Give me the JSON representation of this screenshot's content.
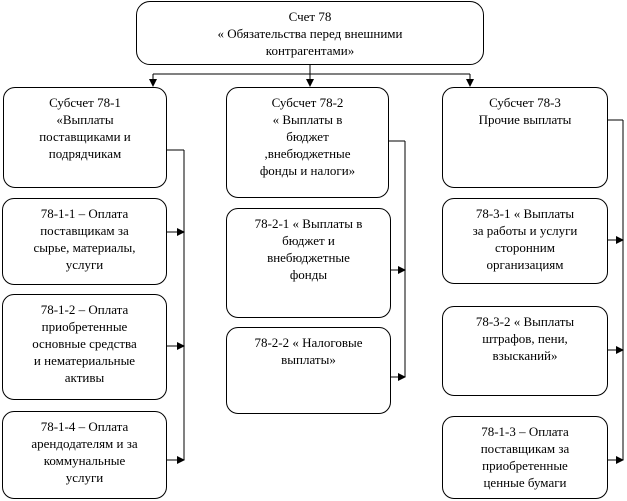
{
  "root": {
    "text": "Счет 78\n« Обязательства перед внешними\nконтрагентами»"
  },
  "columns": [
    {
      "subaccount": "Субсчет  78-1\n«Выплаты\nпоставщиками и\nподрядчикам",
      "items": [
        "78-1-1 – Оплата\nпоставщикам за\nсырье, материалы,\nуслуги",
        "78-1-2 – Оплата\nприобретенные\nосновные средства\nи нематериальные\nактивы",
        "78-1-4 – Оплата\nарендодателям и за\nкоммунальные\nуслуги"
      ]
    },
    {
      "subaccount": "Субсчет  78-2\n« Выплаты в\nбюджет\n,внебюджетные\nфонды  и налоги»",
      "items": [
        "78-2-1 « Выплаты в\nбюджет и\nвнебюджетные\nфонды",
        "78-2-2 « Налоговые\nвыплаты»"
      ]
    },
    {
      "subaccount": "Субсчет  78-3\nПрочие выплаты",
      "items": [
        "78-3-1 « Выплаты\nза работы и услуги\nсторонним\nорганизациям",
        "78-3-2 « Выплаты\nштрафов, пени,\nвзысканий»",
        "78-1-3 – Оплата\nпоставщикам за\nприобретенные\nценные бумаги"
      ]
    }
  ]
}
